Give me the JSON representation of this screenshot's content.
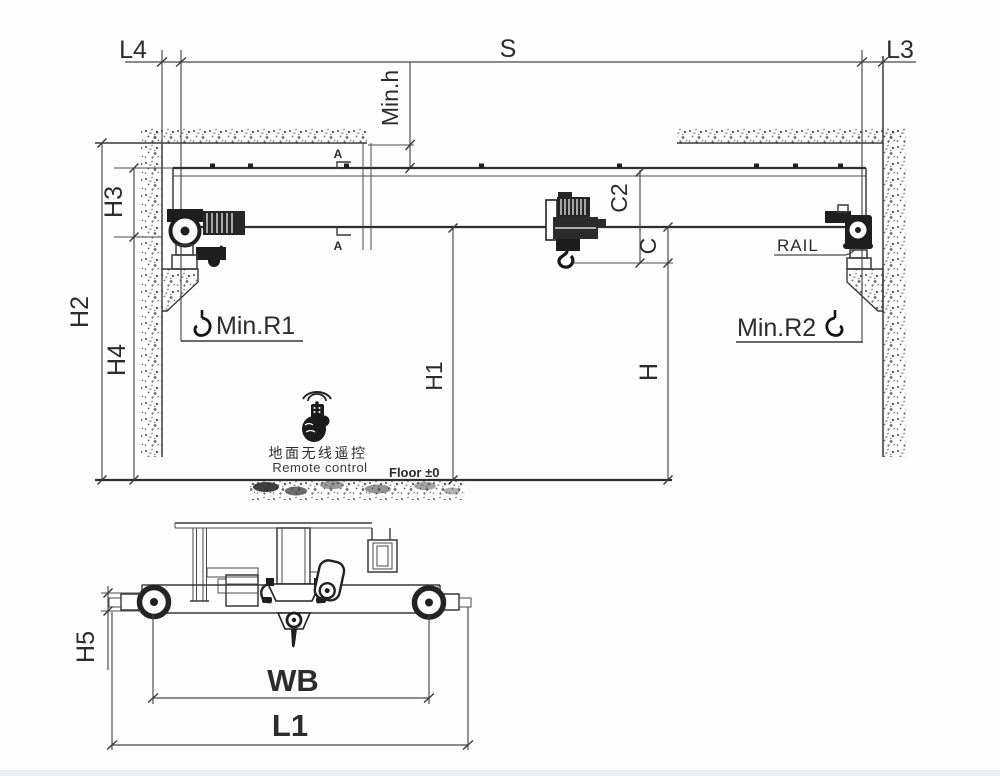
{
  "diagram": {
    "type": "overhead-crane-dimension-drawing",
    "colors": {
      "line": "#3a3a3a",
      "machinery": "#1e1e1e",
      "background": "#fdfdfd",
      "footer_strip": "#d7e5f2"
    },
    "labels": {
      "l4": "L4",
      "s": "S",
      "l3": "L3",
      "min_h": "Min.h",
      "h1": "H1",
      "h2": "H2",
      "h3": "H3",
      "h4": "H4",
      "h5": "H5",
      "h": "H",
      "c": "C",
      "c2": "C2",
      "min_r1": "Min.R1",
      "min_r2": "Min.R2",
      "rail": "RAIL",
      "section_a": "A",
      "wb": "WB",
      "l1": "L1",
      "floor": "Floor ±0",
      "remote_cn": "地面无线遥控",
      "remote_en": "Remote control"
    },
    "icons": {
      "hook_icon": "crane hook symbol marking Min.R1 / Min.R2 hook approach",
      "remote_icon": "hand holding wireless remote with signal waves"
    }
  }
}
